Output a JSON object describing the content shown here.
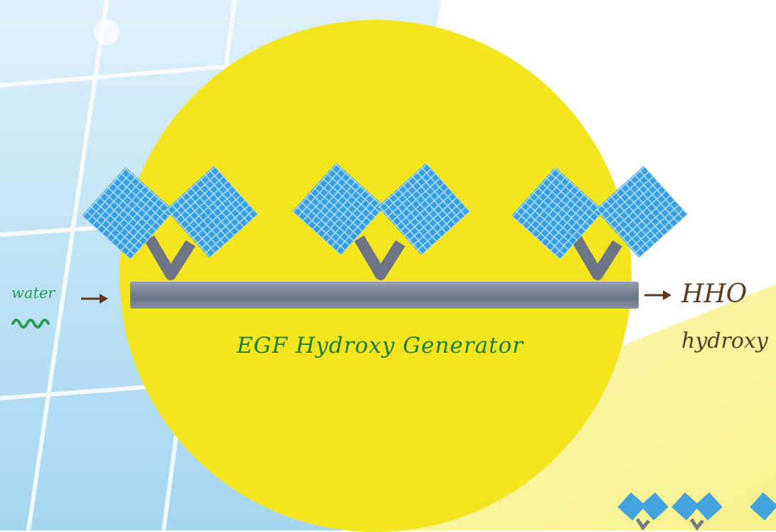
{
  "diagram": {
    "title": "EGF Hydroxy Generator",
    "input": {
      "label": "water"
    },
    "output": {
      "formula": "HHO",
      "label": "hydroxy"
    },
    "panel_groups": 3,
    "colors": {
      "circle": "#f3e61f",
      "panel": "#3a9fe0",
      "panel_grid": "#a9dcf7",
      "stand": "#6d7585",
      "rod": "#7a8497",
      "arrow": "#5a3b22",
      "water_text": "#2a9a57",
      "title_text": "#1f7a36"
    }
  }
}
